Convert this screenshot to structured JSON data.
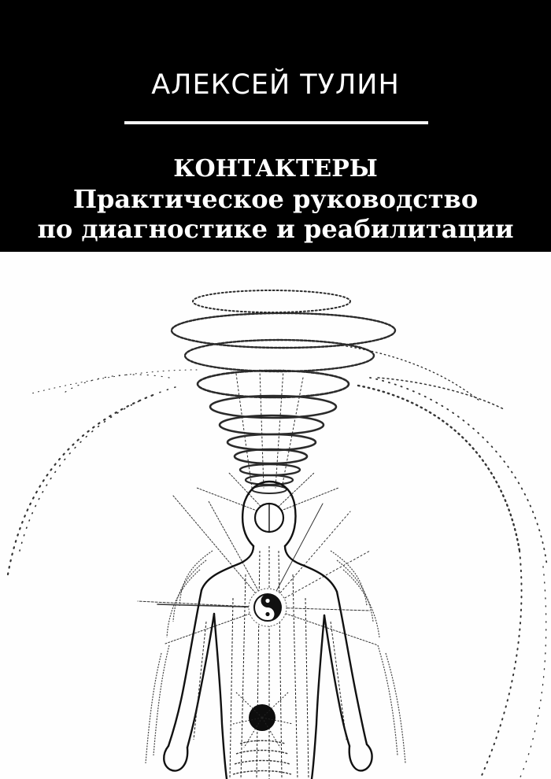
{
  "cover": {
    "author": "АЛЕКСЕЙ ТУЛИН",
    "title": "КОНТАКТЕРЫ",
    "subtitle_line1": "Практическое руководство",
    "subtitle_line2": "по диагностике и реабилитации",
    "colors": {
      "band_background": "#000000",
      "band_text": "#ffffff",
      "illustration_background": "#ffffff",
      "ink": "#1a1a1a"
    },
    "illustration": {
      "description": "Esoteric line drawing of a human figure with energy channels, a spiral vortex above the head, a yin-yang symbol at the chest, a dark circle at the lower abdomen, and dotted aura arcs around the figure",
      "symbols": [
        "spiral-vortex",
        "head-circle",
        "yin-yang",
        "sacral-dot",
        "aura-arcs"
      ]
    }
  }
}
